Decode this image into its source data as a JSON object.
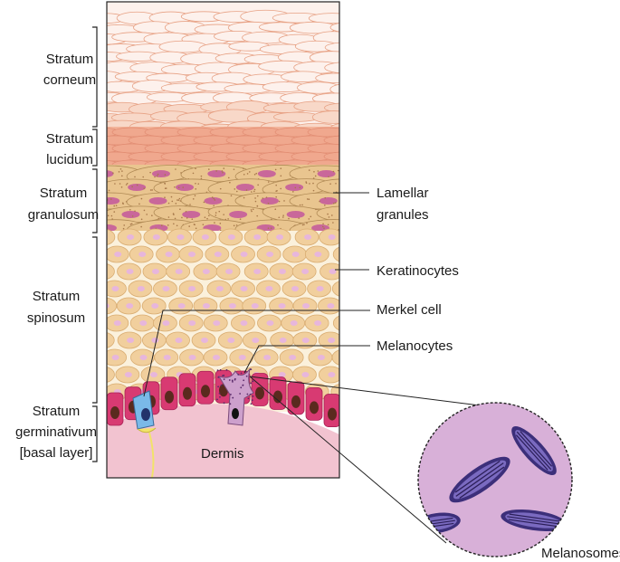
{
  "layers": [
    {
      "id": "corneum",
      "line1": "Stratum",
      "line2": "corneum",
      "line3": ""
    },
    {
      "id": "lucidum",
      "line1": "Stratum",
      "line2": "lucidum",
      "line3": ""
    },
    {
      "id": "granulosum",
      "line1": "Stratum",
      "line2": "granulosum",
      "line3": ""
    },
    {
      "id": "spinosum",
      "line1": "Stratum",
      "line2": "spinosum",
      "line3": ""
    },
    {
      "id": "germinativum",
      "line1": "Stratum",
      "line2": "germinativum",
      "line3": "[basal layer]"
    }
  ],
  "callouts": {
    "lamellar": {
      "line1": "Lamellar",
      "line2": "granules"
    },
    "keratinocytes": "Keratinocytes",
    "merkel": "Merkel cell",
    "melanocytes": "Melanocytes",
    "melanosomes": "Melanosomes",
    "dermis": "Dermis"
  },
  "colors": {
    "corneum": "#fdf1ec",
    "corneum_stroke": "#e7a184",
    "lucidum": "#f3b49a",
    "granulosum": "#e9c58f",
    "granule_dots": "#a7784a",
    "nucleus": "#c9679a",
    "spinosum": "#f1cf9d",
    "spinosum_bg": "#fbf1dc",
    "spinosum_nucleus": "#e7b6dc",
    "basal": "#d83a72",
    "basal_nucleus": "#5a2a1e",
    "merkel": "#7ab9e8",
    "melanocyte": "#cda0cc",
    "dermis": "#f2c3d0",
    "melanosome_bg": "#d8b0d8",
    "melanosome": "#5a4a9c",
    "nerve": "#f2e36a"
  }
}
